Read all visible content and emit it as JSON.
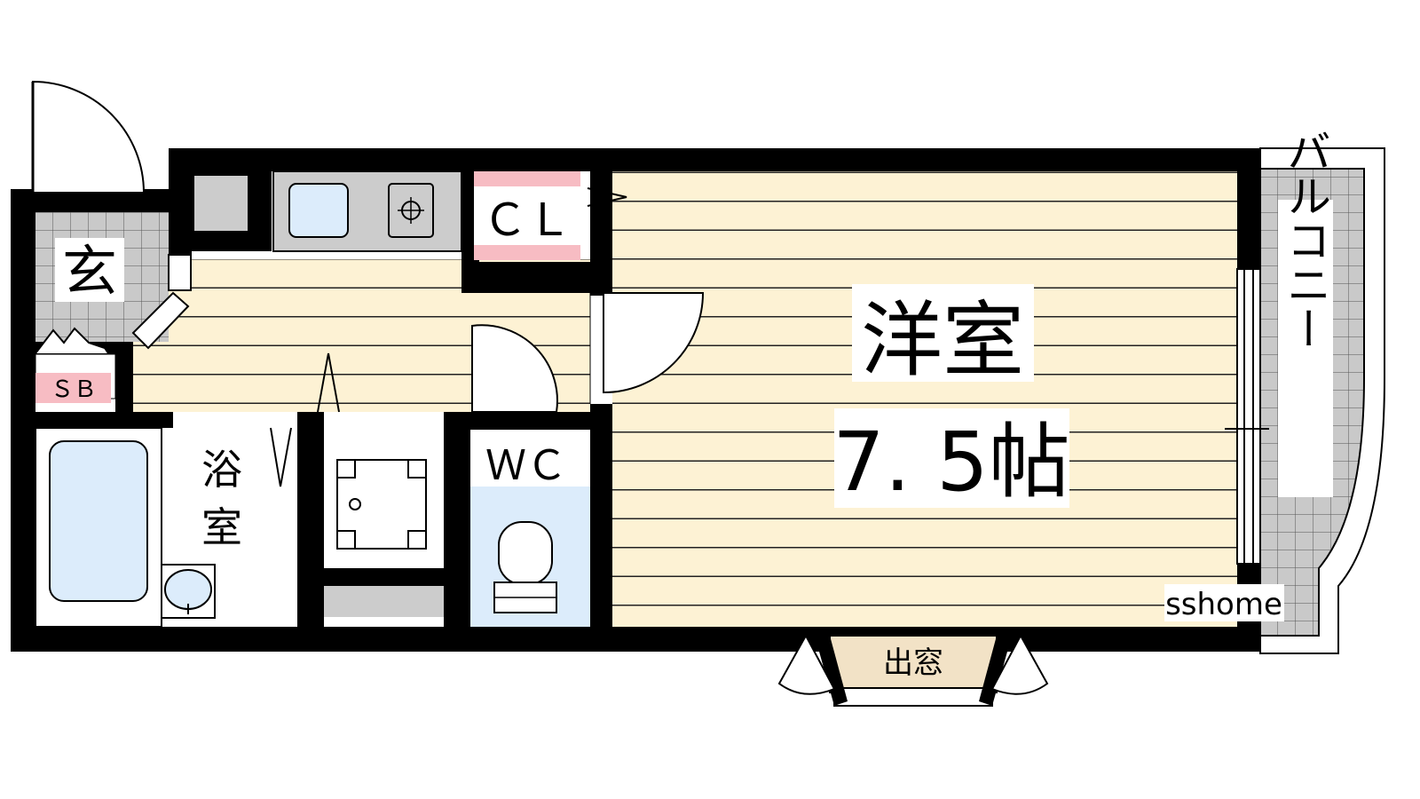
{
  "labels": {
    "genkan": "玄",
    "shoe_box": "ＳＢ",
    "closet": "ＣＬ",
    "bathroom_line1": "浴",
    "bathroom_line2": "室",
    "toilet": "ＷＣ",
    "western_room": "洋室",
    "room_size": "7. 5帖",
    "balcony": "バルコニー",
    "bay_window": "出窓",
    "watermark": "sshome"
  },
  "colors": {
    "wall": "#000000",
    "wood_floor": "#fdf2d4",
    "floor_lines": "#222222",
    "tile_floor": "#c9c9c9",
    "fixture_blue": "#dcecfb",
    "storage_pink": "#f7bcc3",
    "appliance_gray": "#cccccc",
    "bay_window_floor": "#f2e2c6"
  }
}
